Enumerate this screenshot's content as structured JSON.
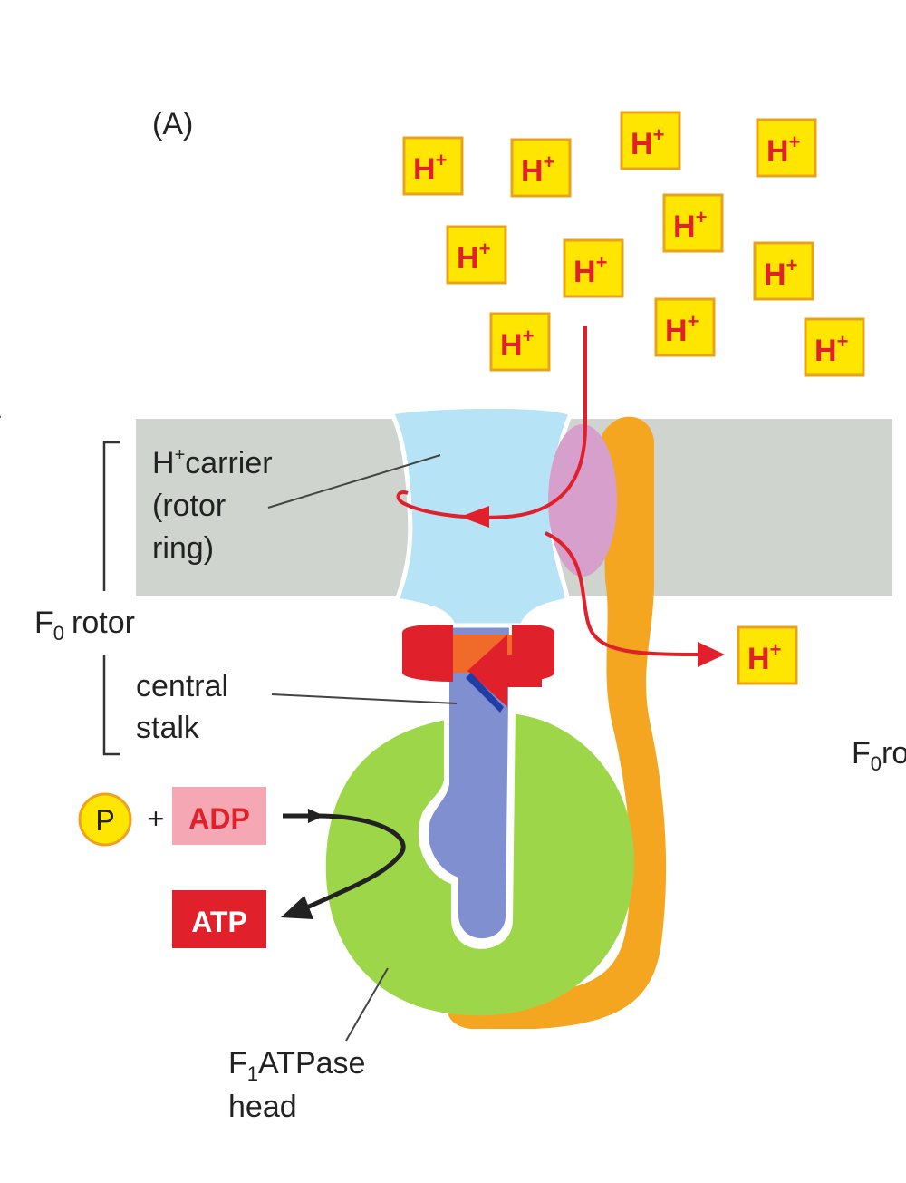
{
  "panel_label": "(A)",
  "proton": {
    "base": "H",
    "charge": "+"
  },
  "labels": {
    "carrier": {
      "base": "H",
      "sup": "+",
      "line1": "carrier",
      "line2": "(rotor",
      "line3": "ring)"
    },
    "f0": {
      "base": "F",
      "sub": "0",
      "text": "rotor"
    },
    "stalk": {
      "line1": "central",
      "line2": "stalk"
    },
    "f1": {
      "base": "F",
      "sub": "1",
      "text": "ATPase",
      "line2": "head"
    },
    "cut_right": {
      "base": "F",
      "sub": "0",
      "text": "ro"
    }
  },
  "reaction": {
    "phosphate": "P",
    "plus": "+",
    "adp": "ADP",
    "atp": "ATP"
  },
  "colors": {
    "membrane": "#cfd4cf",
    "rotor_ring": "#b7e3f7",
    "stator_contact": "#d79fcb",
    "stator": "#f4a621",
    "central_stalk": "#7f8fd0",
    "f1_head": "#9ed64a",
    "arrow": "#e0202a",
    "proton_box": "#ffe600",
    "adp_box": "#f6a7b4",
    "atp_box": "#e0202a"
  }
}
